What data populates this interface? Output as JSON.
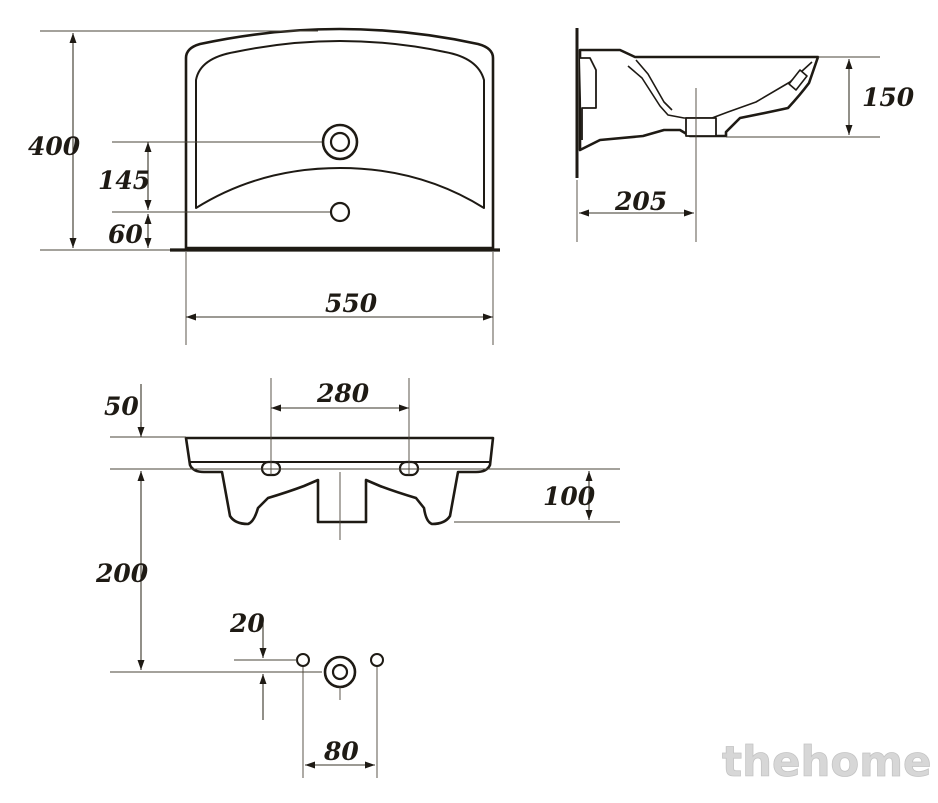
{
  "dimensions": {
    "overall_height": "400",
    "drain_hole_height": "145",
    "tap_hole_height": "60",
    "overall_width": "550",
    "depth": "150",
    "projection": "205",
    "top_offset": "50",
    "fixing_hole_spacing": "280",
    "bowl_depth": "100",
    "mount_offset": "200",
    "small_offset": "20",
    "small_hole_spacing": "80"
  },
  "watermark": "thehome",
  "colors": {
    "line": "#1e1a14",
    "watermark": "#d7d7d7"
  }
}
